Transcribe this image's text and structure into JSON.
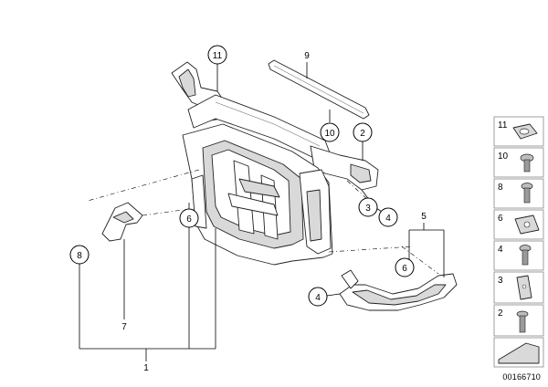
{
  "callouts": {
    "c11": "11",
    "c9": "9",
    "c10": "10",
    "c2": "2",
    "c3": "3",
    "c4a": "4",
    "c4b": "4",
    "c5": "5",
    "c6a": "6",
    "c6b": "6",
    "c7": "7",
    "c8": "8",
    "c1": "1"
  },
  "legend": {
    "items": [
      "11",
      "10",
      "8",
      "6",
      "4",
      "3",
      "2"
    ]
  },
  "diagram_code": "00166710"
}
